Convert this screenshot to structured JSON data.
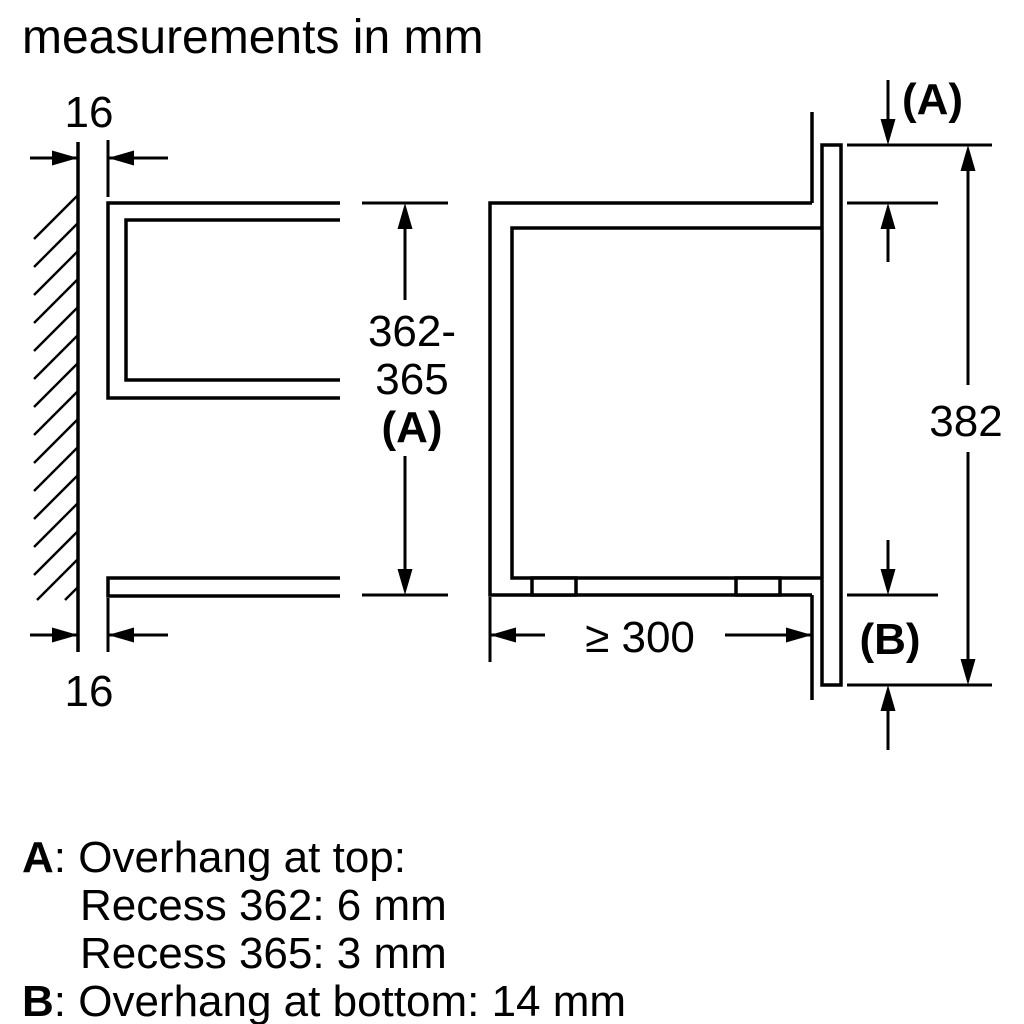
{
  "title": "measurements in mm",
  "diagram": {
    "wall_gap_top": "16",
    "wall_gap_bottom": "16",
    "niche_height_line1": "362-",
    "niche_height_line2": "365",
    "niche_height_ref": "(A)",
    "overhang_top_ref": "(A)",
    "front_height": "382",
    "overhang_bottom_ref": "(B)",
    "niche_depth_min": "≥ 300"
  },
  "legend": {
    "a_prefix": "A",
    "a_text": ": Overhang at top:",
    "a_detail_1": "Recess 362: 6 mm",
    "a_detail_2": "Recess 365: 3 mm",
    "b_prefix": "B",
    "b_text": ": Overhang at bottom: 14 mm"
  },
  "colors": {
    "line": "#000000",
    "text": "#000000",
    "background": "#ffffff"
  }
}
